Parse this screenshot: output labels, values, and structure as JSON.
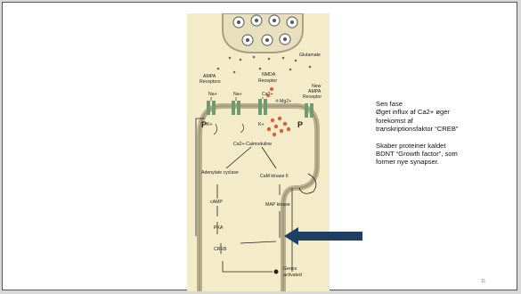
{
  "slide": {
    "body_lines": [
      "Sen fase",
      "Øget influx af Ca2+ øger",
      "forekomst af",
      "transkriptionsfaktor “CREB”"
    ],
    "body_lines_2": [
      "Skaber proteiner kaldet",
      "BDNT “Growth factor”, som",
      "former nye synapser."
    ],
    "page_number": "11"
  },
  "diagram": {
    "glutamate": "Glutamate",
    "ampa_receptors": [
      "AMPA",
      "Receptors"
    ],
    "nmda_receptor": [
      "NMDA",
      "Receptor"
    ],
    "new_ampa_receptor": [
      "New",
      "AMPA",
      "Receptor"
    ],
    "na1": "Na+",
    "na2": "Na+",
    "ca": "Ca2+",
    "mg": "Mg2+",
    "k1": "K+",
    "k2": "K+",
    "calmodulin": "Ca2+-Calmoduline",
    "adenylate": "Adenylate cyclase",
    "camk": "CaM kinase II",
    "camp": "cAMP",
    "map": "MAP kinase",
    "pka": "PKA",
    "creb": "CREB",
    "genes": [
      "Genes",
      "activated"
    ],
    "p1": "P",
    "p2": "P",
    "colors": {
      "background": "#f4ecc8",
      "membrane": "#b9ae8e",
      "receptor": "#6f9a72",
      "ca_dot": "#d9603d",
      "arrow": "#1f3f62"
    }
  }
}
